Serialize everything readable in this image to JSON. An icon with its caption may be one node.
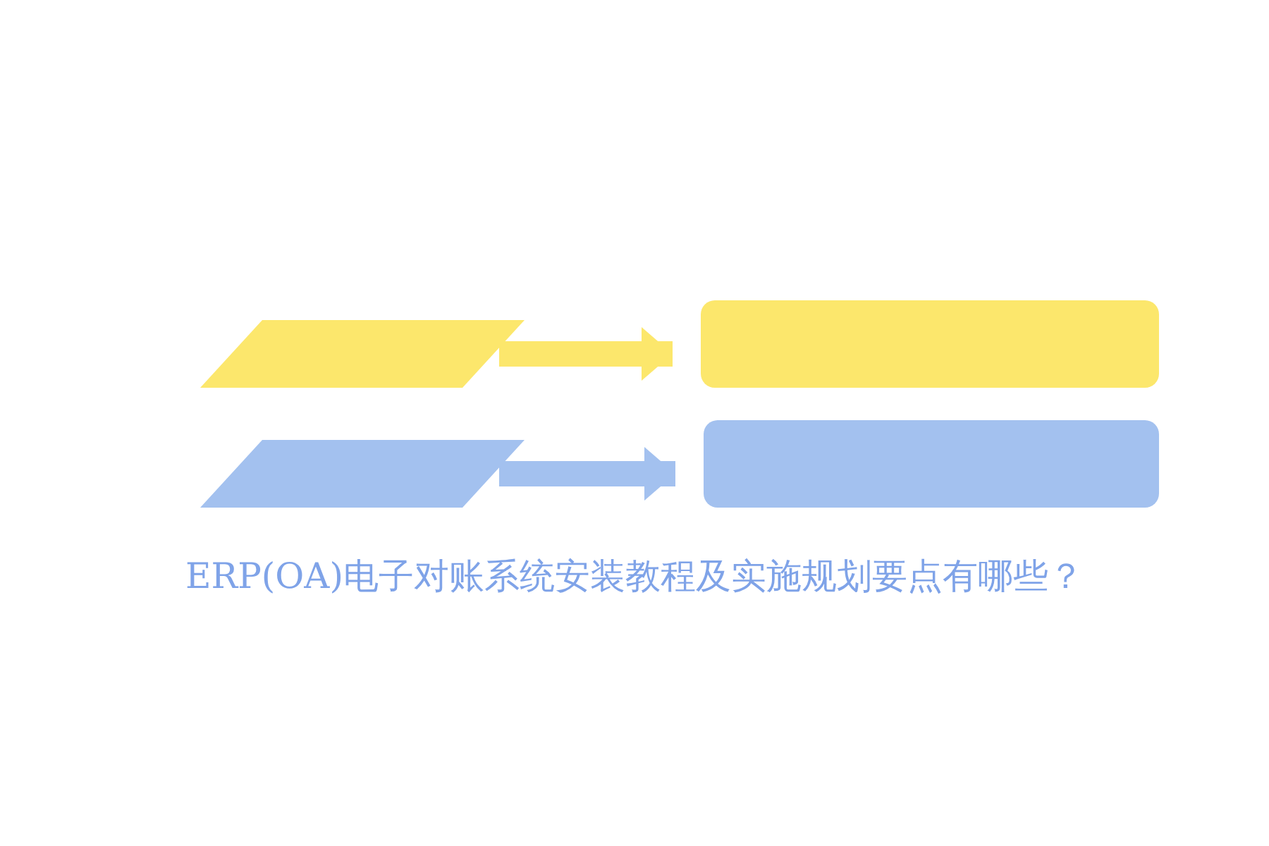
{
  "diagram": {
    "title": "ERP(OA)电子对账系统安装教程及实施规划要点有哪些？",
    "nodes": [
      {
        "text": [],
        "shape": "parallelogram"
      },
      {
        "text": [],
        "shape": "box"
      },
      {
        "text": [],
        "shape": "parallelogram"
      },
      {
        "text": [],
        "shape": "box"
      }
    ],
    "edges": [
      {
        "from": 0,
        "to": 1,
        "arrow": "to",
        "color": "#fce76c"
      },
      {
        "from": 2,
        "to": 3,
        "arrow": "to",
        "color": "#a3c1ef"
      }
    ]
  }
}
